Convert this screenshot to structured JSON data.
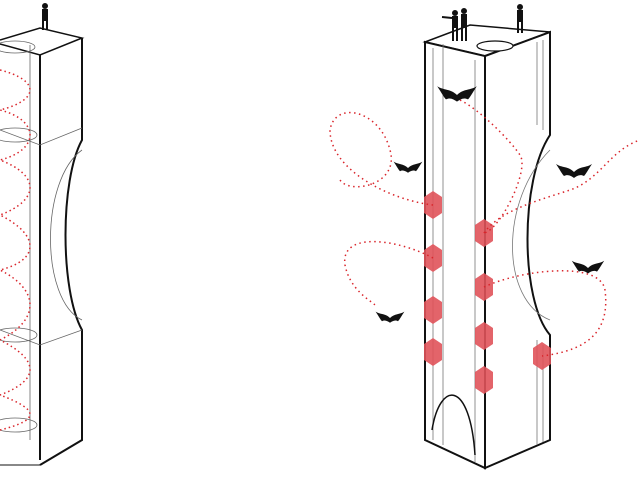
{
  "colors": {
    "line": "#111111",
    "accent": "#e0535a",
    "path": "#d9252b",
    "bat": "#111111"
  },
  "diagram": {
    "towers": [
      "tower-section",
      "tower-exterior"
    ],
    "hexagon_count": 9,
    "bat_count": 5,
    "figure_groups": 3
  }
}
